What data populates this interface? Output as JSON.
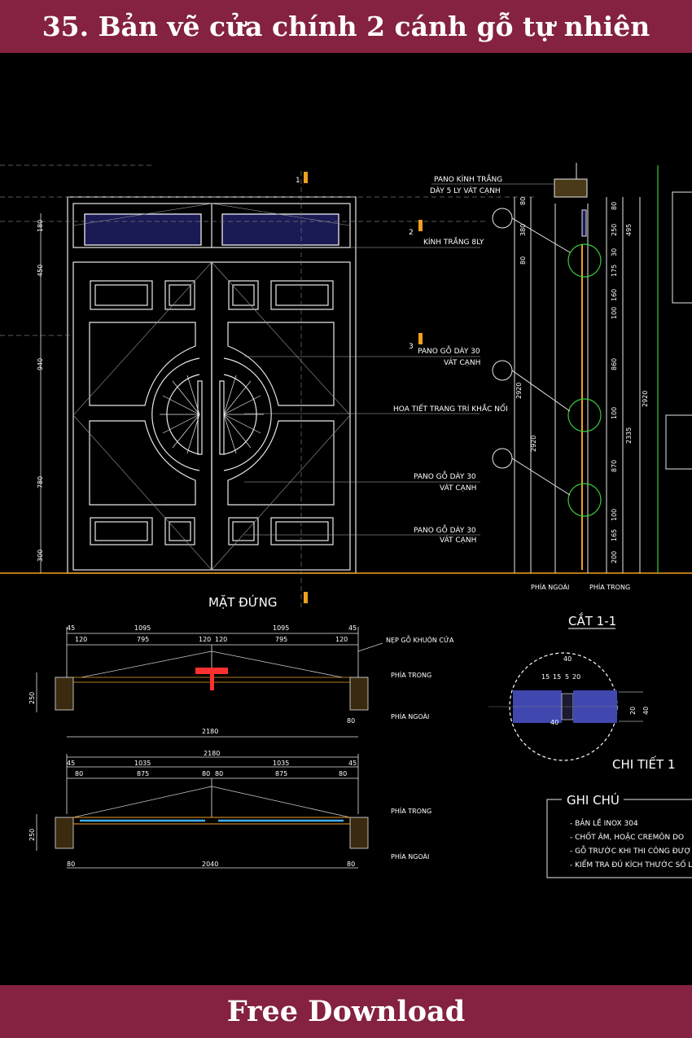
{
  "header": {
    "title": "35. Bản vẽ cửa chính 2 cánh gỗ tự nhiên"
  },
  "footer": {
    "download_label": "Free Download"
  },
  "colors": {
    "banner": "#842240",
    "canvas": "#000000",
    "line": "#e8e8e8",
    "green": "#3cc83c",
    "orange": "#f0a020",
    "red": "#ff3030",
    "cyan": "#40b0ff",
    "blue_glass": "#5050d0"
  },
  "drawing": {
    "elevation_title": "MẶT ĐỨNG",
    "section_title": "CẮT 1-1",
    "detail_title": "CHI TIẾT 1",
    "labels": {
      "glass_panel_1": "PANO KÍNH TRẮNG",
      "glass_panel_2": "DÀY 5 LY VÁT CẠNH",
      "glass_8ly": "KÍNH TRẮNG 8LY",
      "wood_panel_a1": "PANO GỖ DÀY 30",
      "wood_panel_a2": "VÁT CẠNH",
      "carving": "HOA TIẾT TRANG TRÍ KHẮC NỔI",
      "wood_panel_b1": "PANO GỖ DÀY 30",
      "wood_panel_b2": "VÁT CẠNH",
      "wood_panel_c1": "PANO GỖ DÀY 30",
      "wood_panel_c2": "VÁT CẠNH",
      "frame_trim": "NẸP GỖ KHUÔN CỬA",
      "outside": "PHÍA NGOÀI",
      "inside": "PHÍA TRONG"
    },
    "section_marks": {
      "m1": "1",
      "m2": "2",
      "m3": "3"
    },
    "elev_dims": {
      "d1": "180",
      "d2": "450",
      "d3": "940",
      "d4": "780",
      "d5": "300"
    },
    "section_dims": {
      "s1": "80",
      "s2": "380",
      "s3": "80",
      "s4": "2920",
      "s5": "2920",
      "s6": "80",
      "s7": "250",
      "s8": "30",
      "s9": "175",
      "s10": "160",
      "s11": "100",
      "s12": "860",
      "s13": "100",
      "s14": "870",
      "s15": "100",
      "s16": "165",
      "s17": "200",
      "s18": "495",
      "s19": "2335",
      "s20": "2920"
    },
    "plan_top_dims": {
      "d45a": "45",
      "d1095a": "1095",
      "d1095b": "1095",
      "d45b": "45",
      "d120a": "120",
      "d795a": "795",
      "d120b": "120",
      "d120c": "120",
      "d795b": "795",
      "d120d": "120",
      "d250": "250",
      "d2180": "2180",
      "d80": "80"
    },
    "plan_bottom_dims": {
      "d2180": "2180",
      "d45a": "45",
      "d1035a": "1035",
      "d1035b": "1035",
      "d45b": "45",
      "d80a": "80",
      "d875a": "875",
      "d80b": "80",
      "d80c": "80",
      "d875b": "875",
      "d80d": "80",
      "d250": "250",
      "d2040": "2040",
      "d80e": "80",
      "d80f": "80"
    },
    "detail_dims": {
      "t40": "40",
      "t15a": "15",
      "t15b": "15",
      "t5": "5",
      "t20": "20",
      "r20": "20",
      "r40": "40",
      "b40": "40"
    },
    "notes": {
      "title": "GHI CHÚ",
      "items": [
        "- BẢN LỀ INOX 304",
        "- CHỐT ÂM, HOẶC CREMÔN DO",
        "- GỖ TRƯỚC KHI THI CÔNG ĐƯỢ",
        "- KIỂM TRA ĐỦ KÍCH THƯỚC SỐ L"
      ]
    }
  }
}
